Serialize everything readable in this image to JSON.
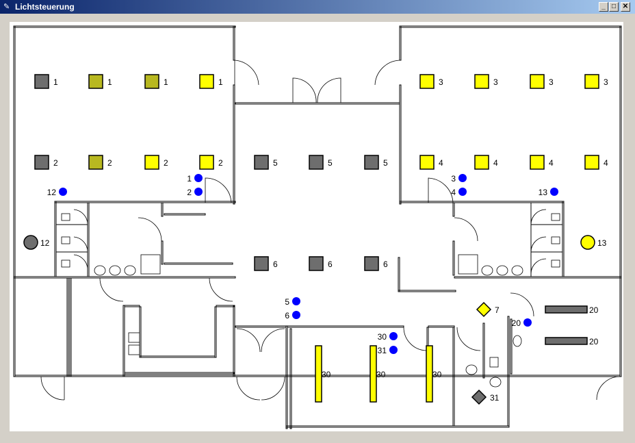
{
  "window": {
    "title": "Lichtsteuerung",
    "minimize_glyph": "_",
    "maximize_glyph": "□",
    "close_glyph": "✕",
    "app_icon": "feather-icon"
  },
  "colors": {
    "light_off": "#6e6e6e",
    "light_dim": "#b8b820",
    "light_on": "#ffff00",
    "sensor": "#0000ff",
    "wall": "#000000"
  },
  "lamps": [
    {
      "label": "1",
      "state": "off"
    },
    {
      "label": "1",
      "state": "dim"
    },
    {
      "label": "1",
      "state": "dim"
    },
    {
      "label": "1",
      "state": "on"
    },
    {
      "label": "2",
      "state": "off"
    },
    {
      "label": "2",
      "state": "dim"
    },
    {
      "label": "2",
      "state": "on"
    },
    {
      "label": "2",
      "state": "on"
    },
    {
      "label": "3",
      "state": "on"
    },
    {
      "label": "3",
      "state": "on"
    },
    {
      "label": "3",
      "state": "on"
    },
    {
      "label": "3",
      "state": "on"
    },
    {
      "label": "4",
      "state": "on"
    },
    {
      "label": "4",
      "state": "on"
    },
    {
      "label": "4",
      "state": "on"
    },
    {
      "label": "4",
      "state": "on"
    },
    {
      "label": "5",
      "state": "off"
    },
    {
      "label": "5",
      "state": "off"
    },
    {
      "label": "5",
      "state": "off"
    },
    {
      "label": "6",
      "state": "off"
    },
    {
      "label": "6",
      "state": "off"
    },
    {
      "label": "6",
      "state": "off"
    }
  ],
  "round_lamps": [
    {
      "label": "12",
      "state": "off"
    },
    {
      "label": "13",
      "state": "on"
    }
  ],
  "diamond_lamps": [
    {
      "label": "7",
      "state": "on"
    },
    {
      "label": "31",
      "state": "off"
    }
  ],
  "tube_lamps": [
    {
      "label": "30",
      "state": "on"
    },
    {
      "label": "30",
      "state": "on"
    },
    {
      "label": "30",
      "state": "on"
    },
    {
      "label": "20",
      "state": "off"
    },
    {
      "label": "20",
      "state": "off"
    }
  ],
  "switches": [
    {
      "label": "12"
    },
    {
      "label": "1"
    },
    {
      "label": "2"
    },
    {
      "label": "3"
    },
    {
      "label": "4"
    },
    {
      "label": "13"
    },
    {
      "label": "5"
    },
    {
      "label": "6"
    },
    {
      "label": "30"
    },
    {
      "label": "31"
    },
    {
      "label": "20"
    }
  ]
}
